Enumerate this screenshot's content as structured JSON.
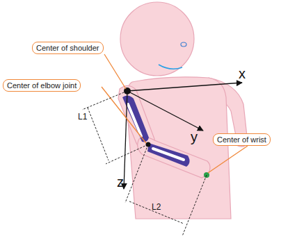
{
  "diagram": {
    "nodes": [
      {
        "text": [
          "Center of shoulder"
        ]
      },
      {
        "text": [
          "Center of elbow joint"
        ]
      },
      {
        "text": [
          "Center of wrist"
        ]
      }
    ],
    "labels": [
      "x",
      "y",
      "z",
      "L1",
      "L2"
    ]
  }
}
